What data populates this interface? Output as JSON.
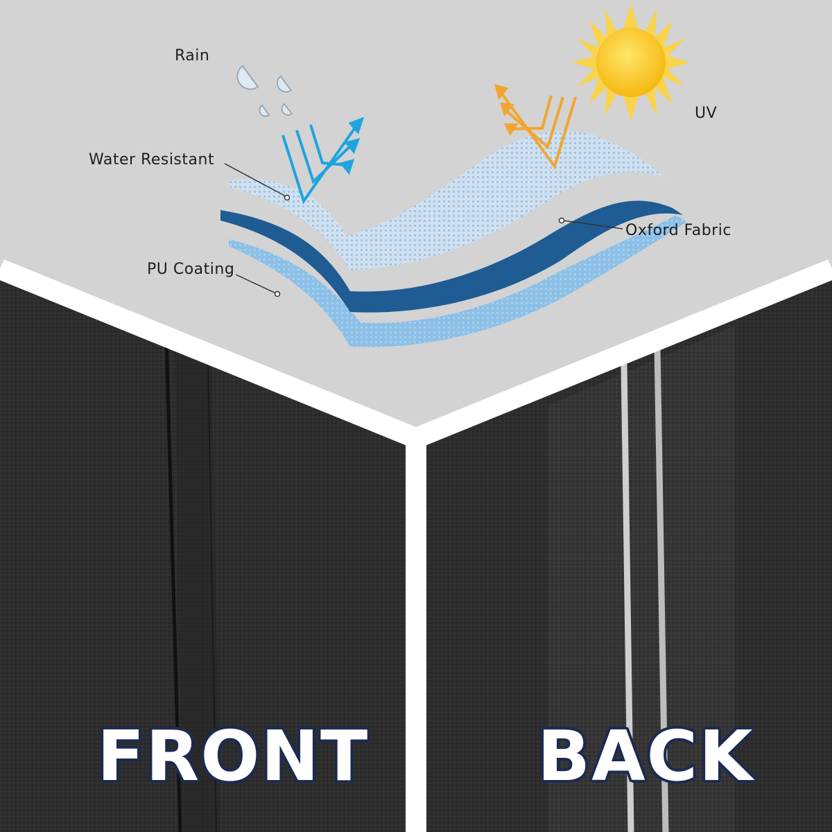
{
  "labels": {
    "rain": "Rain",
    "uv": "UV",
    "water_resistant": "Water Resistant",
    "oxford_fabric": "Oxford Fabric",
    "pu_coating": "PU Coating"
  },
  "panels": {
    "front": "FRONT",
    "back": "BACK"
  },
  "colors": {
    "background_top": "#d2d2d2",
    "fabric_dark": "#2c2c2c",
    "oxford_blue": "#1e5c93",
    "mesh_light": "#b9d3ea",
    "coating_blue": "#7fb5df",
    "rain_arrow": "#1ea4de",
    "uv_arrow": "#f2a52e",
    "sun": "#f7c21a",
    "label_outline": "#1d2a52"
  },
  "icons": [
    "rain-drops-icon",
    "sun-icon",
    "reflect-arrows-icon",
    "uv-arrows-icon"
  ]
}
